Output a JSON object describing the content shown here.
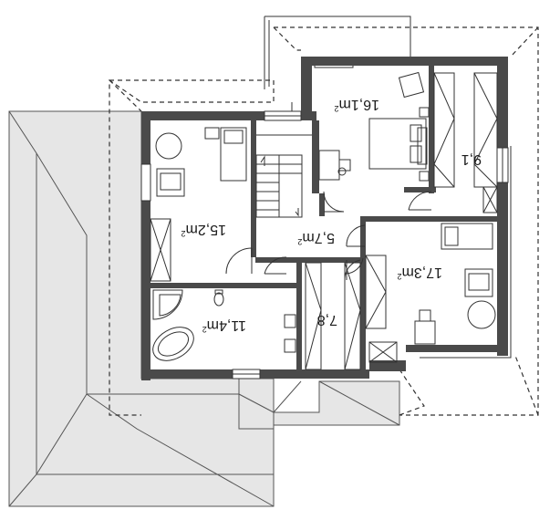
{
  "rooms": {
    "bedroom_top": {
      "area": "16,1",
      "unit": "m",
      "sup": "2"
    },
    "wardrobe_right": {
      "area": "9,1",
      "unit": "",
      "sup": ""
    },
    "bedroom_left": {
      "area": "15,2",
      "unit": "m",
      "sup": "2"
    },
    "hall": {
      "area": "5,7",
      "unit": "m",
      "sup": "2"
    },
    "bedroom_right": {
      "area": "17,3",
      "unit": "m",
      "sup": "2"
    },
    "bathroom": {
      "area": "11,4",
      "unit": "m",
      "sup": "2"
    },
    "closet": {
      "area": "7,8",
      "unit": "",
      "sup": ""
    }
  },
  "colors": {
    "wall": "#4a4a4a",
    "roof": "#e6e6e6",
    "roof_line": "#555555",
    "line": "#333333"
  }
}
